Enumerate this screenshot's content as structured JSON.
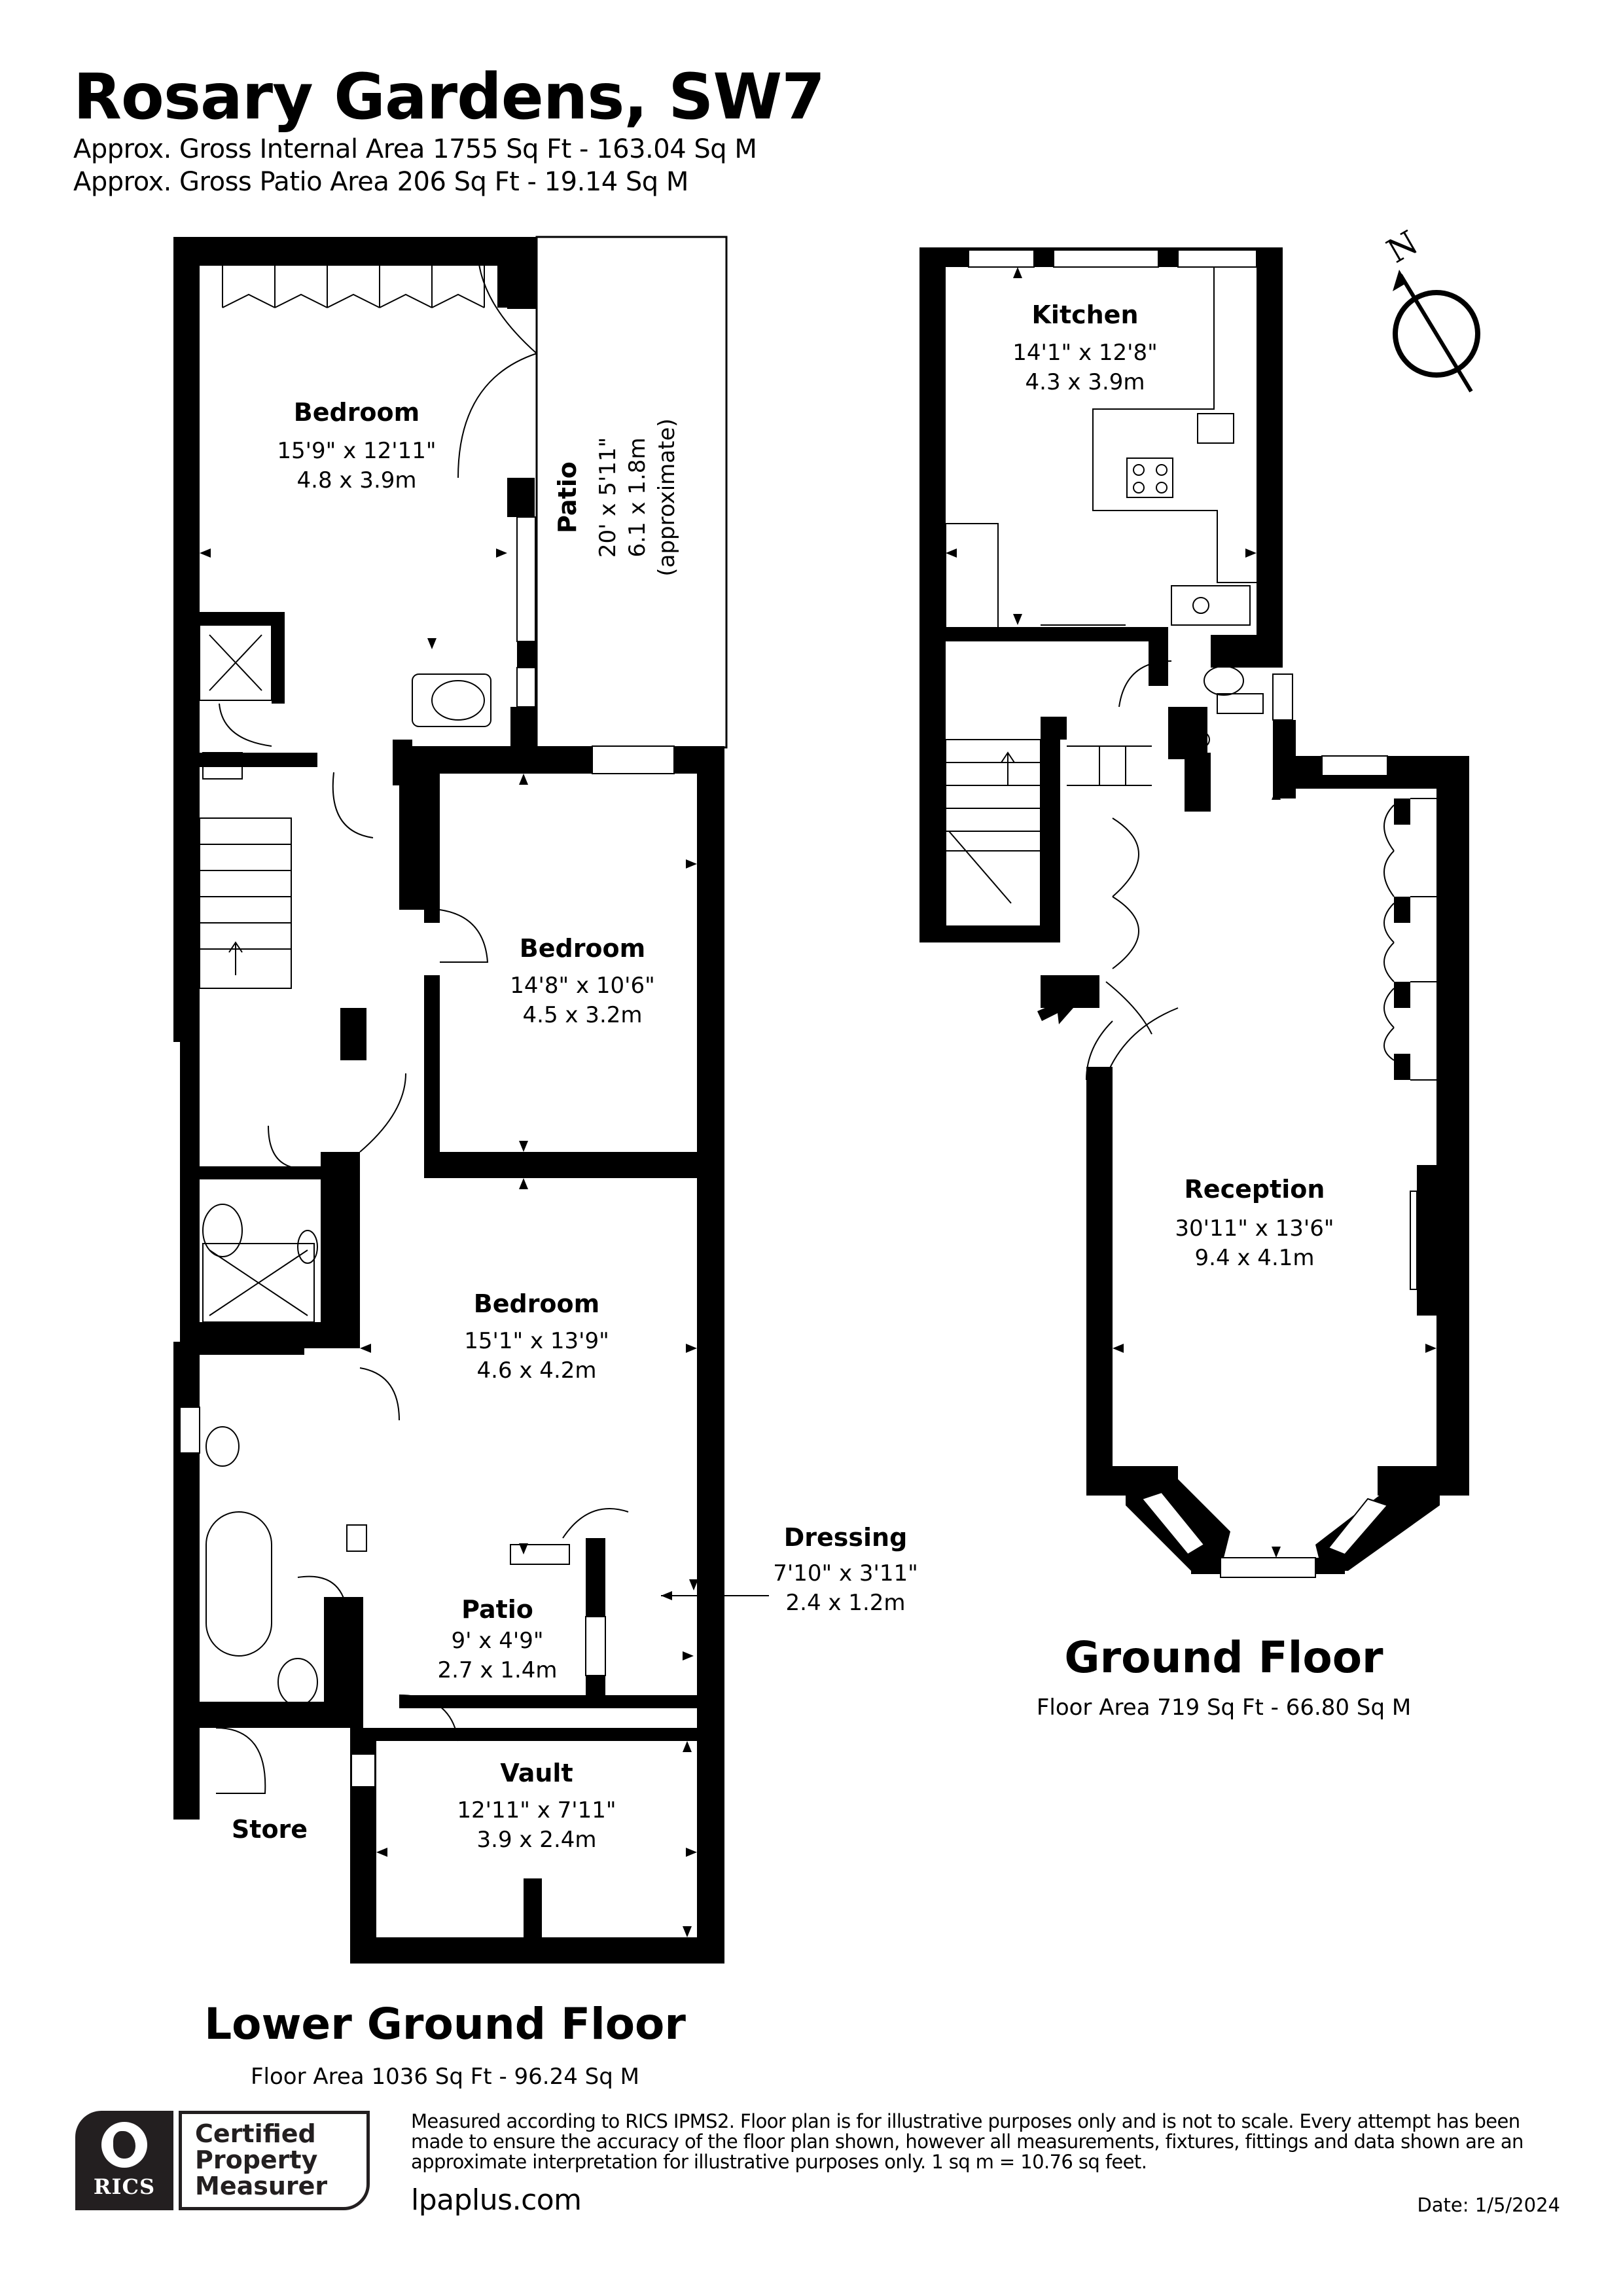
{
  "header": {
    "title": "Rosary Gardens, SW7",
    "gross_internal_area": "Approx. Gross Internal Area 1755 Sq Ft - 163.04 Sq M",
    "gross_patio_area": "Approx. Gross Patio Area 206 Sq Ft - 19.14 Sq M"
  },
  "compass": {
    "label": "N"
  },
  "lower_ground_floor": {
    "title": "Lower Ground Floor",
    "area": "Floor Area 1036 Sq Ft - 96.24 Sq M",
    "rooms": [
      {
        "name": "Bedroom",
        "dim_imperial": "15'9\" x 12'11\"",
        "dim_metric": "4.8 x 3.9m"
      },
      {
        "name": "Patio",
        "dim_imperial": "20' x 5'11\"",
        "dim_metric": "6.1 x 1.8m",
        "note": "(approximate)"
      },
      {
        "name": "Bedroom",
        "dim_imperial": "14'8\" x 10'6\"",
        "dim_metric": "4.5 x 3.2m"
      },
      {
        "name": "Bedroom",
        "dim_imperial": "15'1\" x 13'9\"",
        "dim_metric": "4.6 x 4.2m"
      },
      {
        "name": "Dressing",
        "dim_imperial": "7'10\" x 3'11\"",
        "dim_metric": "2.4 x 1.2m"
      },
      {
        "name": "Patio",
        "dim_imperial": "9' x 4'9\"",
        "dim_metric": "2.7 x 1.4m"
      },
      {
        "name": "Vault",
        "dim_imperial": "12'11\" x 7'11\"",
        "dim_metric": "3.9 x 2.4m"
      },
      {
        "name": "Store"
      }
    ]
  },
  "ground_floor": {
    "title": "Ground Floor",
    "area": "Floor Area 719 Sq Ft - 66.80 Sq M",
    "rooms": [
      {
        "name": "Kitchen",
        "dim_imperial": "14'1\" x 12'8\"",
        "dim_metric": "4.3 x 3.9m"
      },
      {
        "name": "Reception",
        "dim_imperial": "30'11\" x 13'6\"",
        "dim_metric": "9.4 x 4.1m"
      }
    ]
  },
  "footer": {
    "badge": {
      "brand": "RICS",
      "line1": "Certified",
      "line2": "Property",
      "line3": "Measurer"
    },
    "disclaimer": "Measured according to RICS IPMS2. Floor plan is for illustrative purposes only and is not to scale. Every attempt has been made to ensure the accuracy of the floor plan shown, however all measurements, fixtures, fittings and data shown are an approximate interpretation for illustrative purposes only. 1 sq m = 10.76 sq feet.",
    "website": "lpaplus.com",
    "date": "Date: 1/5/2024"
  }
}
